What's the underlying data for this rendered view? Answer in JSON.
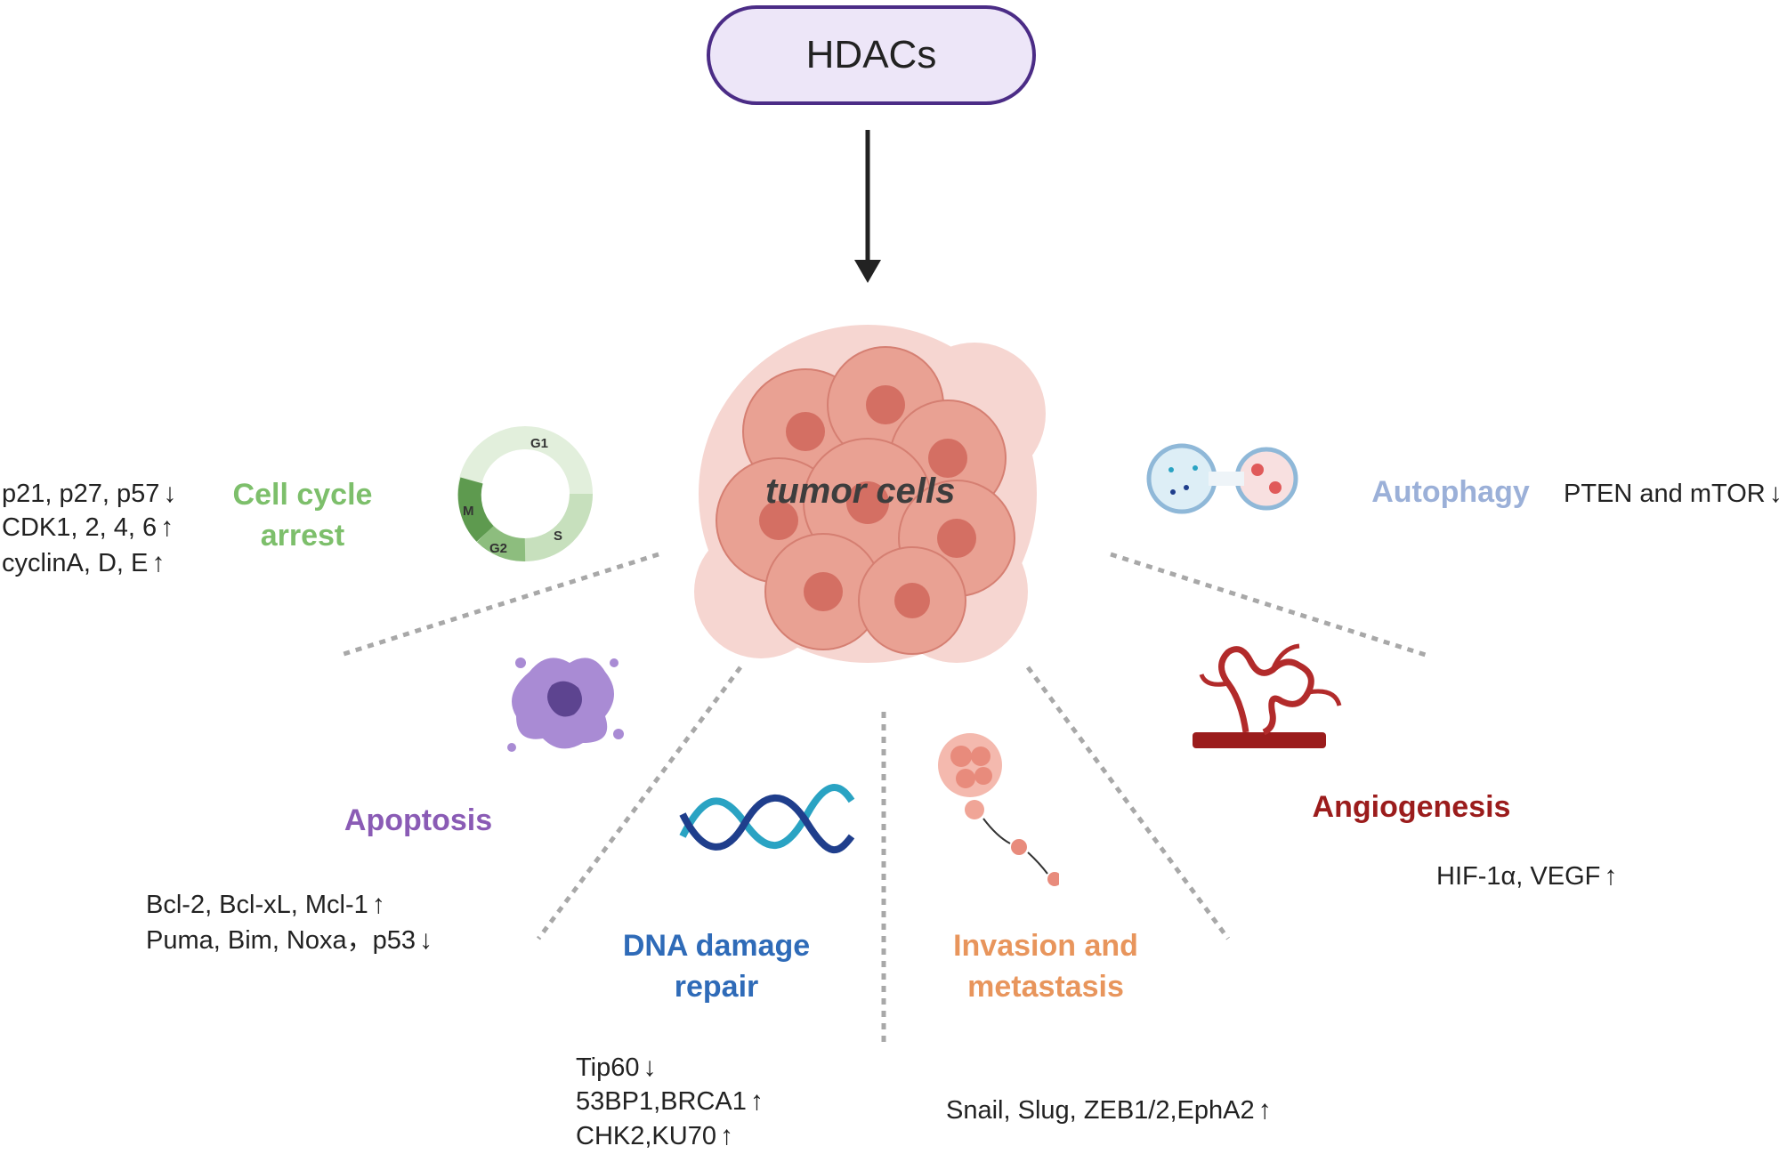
{
  "title_box": {
    "label": "HDACs"
  },
  "center": {
    "label": "tumor cells"
  },
  "cell_cycle": {
    "heading": [
      "Cell cycle",
      "arrest"
    ],
    "color": "#7dbf6b",
    "phase_labels": [
      "G1",
      "S",
      "G2",
      "M"
    ],
    "markers": [
      {
        "text": "p21, p27, p57",
        "arrow": "↓"
      },
      {
        "text": "CDK1, 2, 4, 6",
        "arrow": "↑"
      },
      {
        "text": "cyclinA, D, E",
        "arrow": "↑"
      }
    ]
  },
  "apoptosis": {
    "heading": "Apoptosis",
    "color": "#8a5bb5",
    "markers": [
      {
        "text": "Bcl-2, Bcl-xL, Mcl-1",
        "arrow": "↑"
      },
      {
        "text": "Puma, Bim,  Noxa，p53",
        "arrow": "↓"
      }
    ]
  },
  "dna_repair": {
    "heading": [
      "DNA damage",
      "repair"
    ],
    "color": "#2f6bb8",
    "markers": [
      {
        "text": "Tip60",
        "arrow": "↓"
      },
      {
        "text": "53BP1,BRCA1",
        "arrow": "↑"
      },
      {
        "text": "CHK2,KU70",
        "arrow": "↑"
      }
    ]
  },
  "invasion": {
    "heading": [
      "Invasion and",
      "metastasis"
    ],
    "color": "#e8955c",
    "markers": [
      {
        "text": "Snail, Slug, ZEB1/2,EphA2",
        "arrow": "↑"
      }
    ]
  },
  "angiogenesis": {
    "heading": "Angiogenesis",
    "color": "#9b1c1c",
    "markers": [
      {
        "text": "HIF-1α, VEGF",
        "arrow": "↑"
      }
    ]
  },
  "autophagy": {
    "heading": "Autophagy",
    "color": "#9bb0d8",
    "markers": [
      {
        "text": "PTEN and mTOR",
        "arrow": "↓"
      }
    ]
  }
}
